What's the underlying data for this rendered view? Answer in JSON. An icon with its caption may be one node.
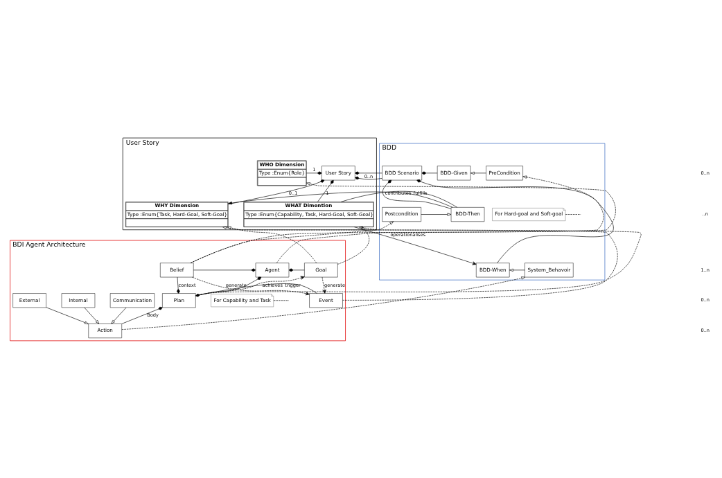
{
  "diagram": {
    "nodes": [
      {
        "text": [
          "User Story"
        ]
      },
      {
        "text": [
          "WHO Dimension",
          "Type :Enum{Role}"
        ],
        "in": 0
      },
      {
        "text": [
          "User Story"
        ],
        "in": 0
      },
      {
        "text": [
          "WHY Dimension",
          "Type :Enum{Task, Hard-Goal, Soft-Goal}"
        ],
        "in": 0
      },
      {
        "text": [
          "WHAT Dimention",
          "Type :Enum{Capability, Task, Hard-Goal, Soft-Goal}"
        ],
        "in": 0
      },
      {
        "text": [
          "BDD"
        ]
      },
      {
        "text": [
          "BDD Scenario"
        ],
        "in": 5
      },
      {
        "text": [
          "BDD-Given"
        ],
        "in": 5
      },
      {
        "text": [
          "PreCondition"
        ],
        "in": 5
      },
      {
        "text": [
          "BDD-When"
        ],
        "in": 5
      },
      {
        "text": [
          "System_Behavoir"
        ],
        "in": 5
      },
      {
        "text": [
          "BDD-Then"
        ],
        "in": 5
      },
      {
        "text": [
          "Postcondition"
        ],
        "in": 5
      },
      {
        "text": [
          "For Hard-goal and Soft-goal"
        ],
        "in": 5
      },
      {
        "text": [
          "BDI Agent Architecture"
        ]
      },
      {
        "text": [
          "Belief"
        ],
        "in": 14
      },
      {
        "text": [
          "Agent"
        ],
        "in": 14
      },
      {
        "text": [
          "Goal"
        ],
        "in": 14
      },
      {
        "text": [
          "Event"
        ],
        "in": 14
      },
      {
        "text": [
          "Plan"
        ],
        "in": 14
      },
      {
        "text": [
          "For Capability and Task"
        ],
        "in": 14
      },
      {
        "text": [
          "Action"
        ],
        "in": 14
      },
      {
        "text": [
          "External"
        ],
        "in": 14
      },
      {
        "text": [
          "Internal"
        ],
        "in": 14
      },
      {
        "text": [
          "Communication"
        ],
        "in": 14
      }
    ],
    "edges": [
      {
        "from": 2,
        "to": 1,
        "arrow": "other",
        "label": "1"
      },
      {
        "from": 2,
        "to": 6,
        "arrow": "other",
        "label": "0..n"
      },
      {
        "from": 2,
        "to": 3,
        "arrow": "other",
        "label": "0..1"
      },
      {
        "from": 2,
        "to": 4,
        "arrow": "other",
        "label": "1"
      },
      {
        "from": 6,
        "to": 7,
        "arrow": "other"
      },
      {
        "from": 6,
        "to": 9,
        "arrow": "other"
      },
      {
        "from": 6,
        "to": 11,
        "arrow": "other"
      },
      {
        "from": 8,
        "to": 7,
        "arrow": "to"
      },
      {
        "from": 10,
        "to": 9,
        "arrow": "to"
      },
      {
        "from": 12,
        "to": 11,
        "arrow": "to"
      },
      {
        "from": 4,
        "to": 9,
        "arrow": "to",
        "label": "operationalises"
      },
      {
        "from": 4,
        "to": 11,
        "arrow": "none",
        "label": "fulfills"
      },
      {
        "from": 11,
        "to": 3,
        "arrow": "to",
        "label": "contributes"
      },
      {
        "from": 16,
        "to": 15,
        "arrow": "other"
      },
      {
        "from": 16,
        "to": 17,
        "arrow": "other"
      },
      {
        "from": 16,
        "to": 19,
        "arrow": "other"
      },
      {
        "from": 19,
        "to": 15,
        "arrow": "other",
        "label": "context"
      },
      {
        "from": 19,
        "to": 18,
        "arrow": "other",
        "label": "trigger"
      },
      {
        "from": 19,
        "to": 21,
        "arrow": "other",
        "label": "Body"
      },
      {
        "from": 15,
        "to": 18,
        "arrow": "to",
        "label": "generate",
        "style": "dashed"
      },
      {
        "from": 17,
        "to": 18,
        "arrow": "to",
        "label": "generate",
        "style": "dashed"
      },
      {
        "from": 19,
        "to": 17,
        "arrow": "to",
        "label": "achieves",
        "style": "dashed"
      },
      {
        "from": 22,
        "to": 21,
        "arrow": "to"
      },
      {
        "from": 23,
        "to": 21,
        "arrow": "to"
      },
      {
        "from": 24,
        "to": 21,
        "arrow": "to"
      },
      {
        "from": 16,
        "to": 1,
        "arrow": "to",
        "style": "dashed"
      },
      {
        "from": 17,
        "to": 3,
        "arrow": "to",
        "style": "dashed"
      },
      {
        "from": 17,
        "to": 4,
        "arrow": "to",
        "style": "dashed"
      },
      {
        "from": 19,
        "to": 4,
        "arrow": "to",
        "style": "dashed"
      },
      {
        "from": 21,
        "to": 10,
        "arrow": "to",
        "style": "dashed"
      },
      {
        "from": 15,
        "to": 8,
        "arrow": "to",
        "style": "dashed"
      },
      {
        "from": 15,
        "to": 12,
        "arrow": "to",
        "style": "dashed"
      },
      {
        "from": 18,
        "to": 3,
        "arrow": "to",
        "style": "dashed"
      },
      {
        "from": 13,
        "to": null,
        "arrow": "none",
        "style": "dashed"
      },
      {
        "from": 20,
        "to": null,
        "arrow": "none",
        "style": "dashed"
      }
    ],
    "labels": [
      "0..n",
      "..n",
      "1..n",
      "0..n",
      "0..n"
    ]
  }
}
